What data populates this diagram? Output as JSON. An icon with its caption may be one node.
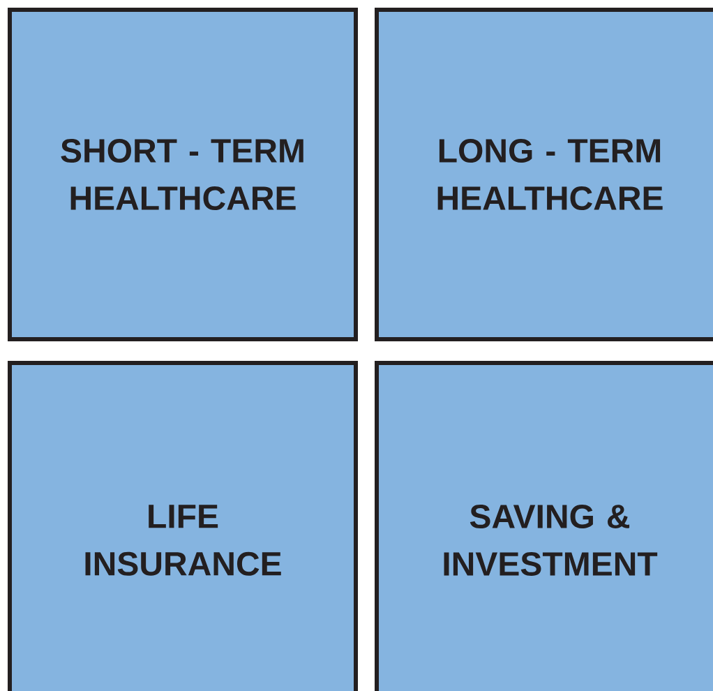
{
  "diagram": {
    "nodes": [
      {
        "text": [
          "SHORT - TERM HEALTHCARE"
        ]
      },
      {
        "text": [
          "LONG - TERM HEALTHCARE"
        ]
      },
      {
        "text": [
          "LIFE INSURANCE"
        ]
      },
      {
        "text": [
          "SAVING & INVESTMENT"
        ]
      }
    ]
  }
}
